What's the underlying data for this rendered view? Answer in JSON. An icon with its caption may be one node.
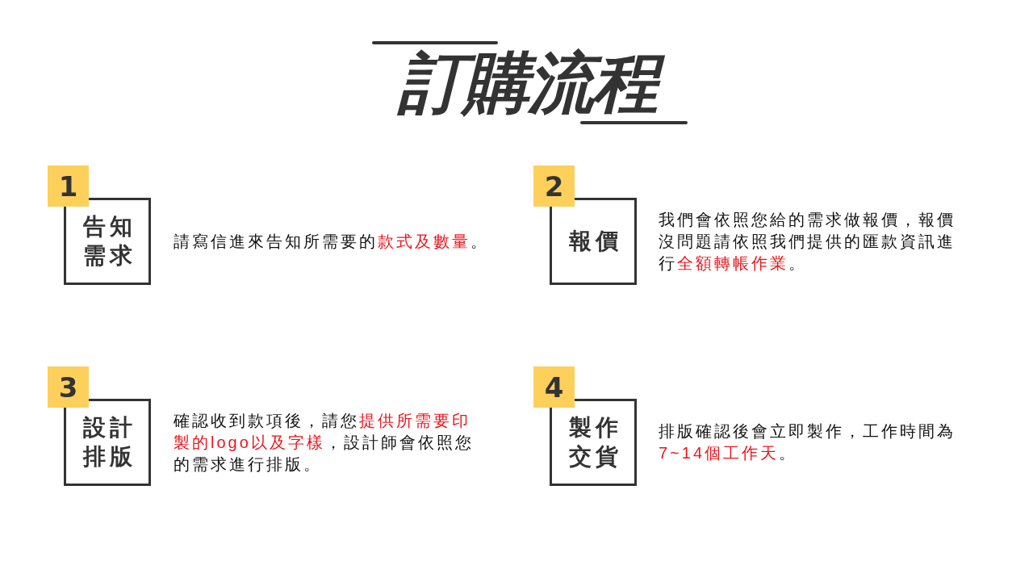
{
  "diagram": {
    "title": "訂購流程",
    "nodes": [
      {
        "text": [
          "1"
        ]
      },
      {
        "text": [
          "告知需求"
        ],
        "beside": [
          "請寫信進來告知所需要的**款式及數量**。"
        ]
      },
      {
        "text": [
          "2"
        ]
      },
      {
        "text": [
          "報價"
        ],
        "beside": [
          "我們會依照您給的需求做報價，報價沒問題請依照我們提供的匯款資訊進行**全額轉帳作業**。"
        ]
      },
      {
        "text": [
          "3"
        ]
      },
      {
        "text": [
          "設計排版"
        ],
        "beside": [
          "確認收到款項後，請您**提供所需要印製的logo以及字樣**，設計師會依照您的需求進行排版。"
        ]
      },
      {
        "text": [
          "4"
        ]
      },
      {
        "text": [
          "製作交貨"
        ],
        "beside": [
          "排版確認後會立即製作，工作時間為**7~14個工作天**。"
        ]
      }
    ]
  }
}
